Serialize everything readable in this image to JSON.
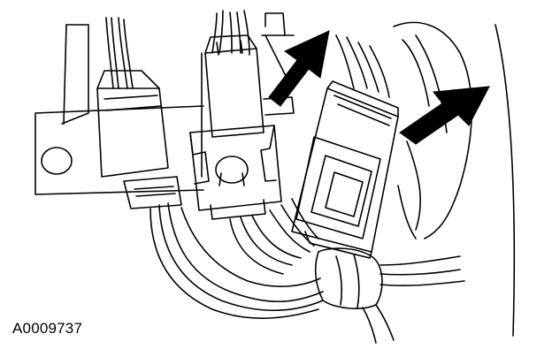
{
  "figure": {
    "reference_code": "A0009737",
    "colors": {
      "ink": "#000000",
      "paper": "#ffffff"
    },
    "callouts": [
      {
        "icon": "arrow-icon",
        "points_to": "connector-left"
      },
      {
        "icon": "arrow-icon",
        "points_to": "connector-right"
      }
    ]
  }
}
